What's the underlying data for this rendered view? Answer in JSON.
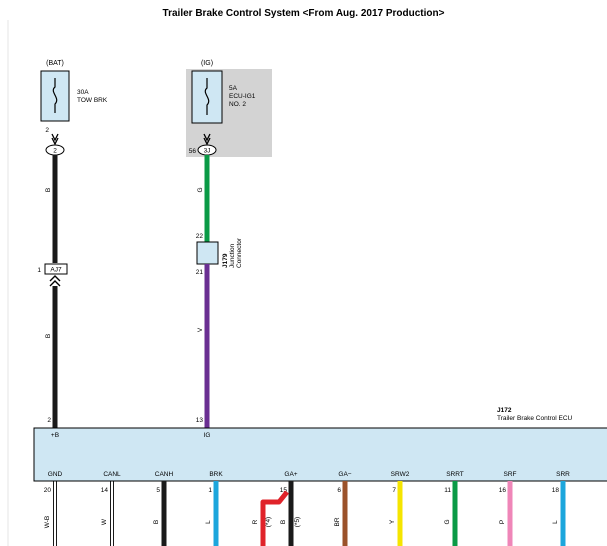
{
  "title": "Trailer Brake Control System <From Aug. 2017 Production>",
  "bat_fuse": {
    "source": "(BAT)",
    "rating": "30A",
    "name": "TOW BRK",
    "pin": "2",
    "connector": "2"
  },
  "ig_fuse": {
    "source": "(IG)",
    "rating": "5A",
    "name_line1": "ECU-IG1",
    "name_line2": "NO. 2",
    "pin": "56",
    "connector": "3J"
  },
  "junction": {
    "id": "J179",
    "label_line1": "Junction",
    "label_line2": "Connector",
    "pin_top": "22",
    "pin_bottom": "21"
  },
  "inline_connector": {
    "pin": "1",
    "id": "AJ7"
  },
  "wires": {
    "bat_upper": "B",
    "bat_lower": "B",
    "ig_upper": "G",
    "ig_lower": "V"
  },
  "colors": {
    "ecu_fill": "#cfe7f3",
    "shade": "#d3d3d3",
    "black_wire": "#1a1a1a",
    "green_wire": "#0a9a46",
    "violet_wire": "#6a2f92",
    "red_wire": "#e0232a",
    "brown_wire": "#9b522a",
    "yellow_wire": "#f5e500",
    "pink_wire": "#ef86b8",
    "blue_wire": "#1ca6dc",
    "junction_fill": "#cfe7f3"
  },
  "ecu": {
    "id": "J172",
    "name": "Trailer Brake Control ECU",
    "top_pins": [
      {
        "pin": "2",
        "label": "+B"
      },
      {
        "pin": "13",
        "label": "IG"
      }
    ],
    "bottom_pins": [
      {
        "pin": "20",
        "label": "GND",
        "wire": "W-B"
      },
      {
        "pin": "14",
        "label": "CANL",
        "wire": "W"
      },
      {
        "pin": "5",
        "label": "CANH",
        "wire": "B"
      },
      {
        "pin": "1",
        "label": "BRK",
        "wire": "L"
      },
      {
        "pin": "15",
        "label": "GA+",
        "wire": "B",
        "note": "(*5)"
      },
      {
        "pin": "6",
        "label": "GA−",
        "wire": "BR"
      },
      {
        "pin": "7",
        "label": "SRW2",
        "wire": "Y"
      },
      {
        "pin": "11",
        "label": "SRRT",
        "wire": "G"
      },
      {
        "pin": "16",
        "label": "SRF",
        "wire": "P"
      },
      {
        "pin": "18",
        "label": "SRR",
        "wire": "L"
      }
    ],
    "red_branch": {
      "wire": "R",
      "note": "(*4)"
    }
  }
}
